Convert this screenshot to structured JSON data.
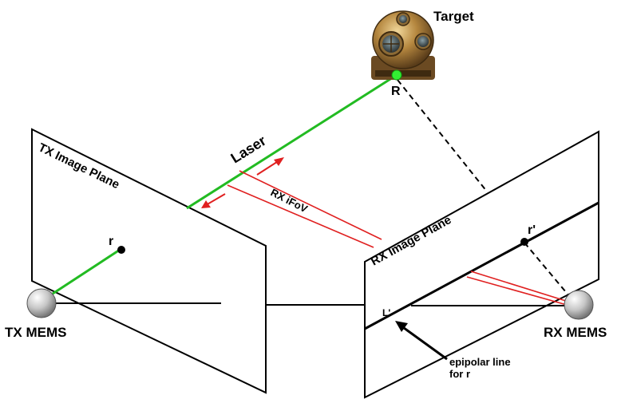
{
  "labels": {
    "target": "Target",
    "laser": "Laser",
    "tx_image_plane": "TX Image Plane",
    "rx_image_plane": "RX Image Plane",
    "rx_ifov": "RX iFoV",
    "point_R": "R",
    "point_r": "r",
    "point_r_prime": "r'",
    "point_L_prime": "L'",
    "tx_mems": "TX MEMS",
    "rx_mems": "RX MEMS",
    "epipolar_line_1": "epipolar line",
    "epipolar_line_2": "for r"
  },
  "colors": {
    "laser": "#22bb22",
    "ifov": "#e02020",
    "plane_stroke": "#000000",
    "target_body": "#b08a4a",
    "mems_sphere": "#bdbdbd"
  },
  "icons": {
    "target": "diving-helmet-icon",
    "tx_mems": "tx-mems-sphere-icon",
    "rx_mems": "rx-mems-sphere-icon"
  }
}
